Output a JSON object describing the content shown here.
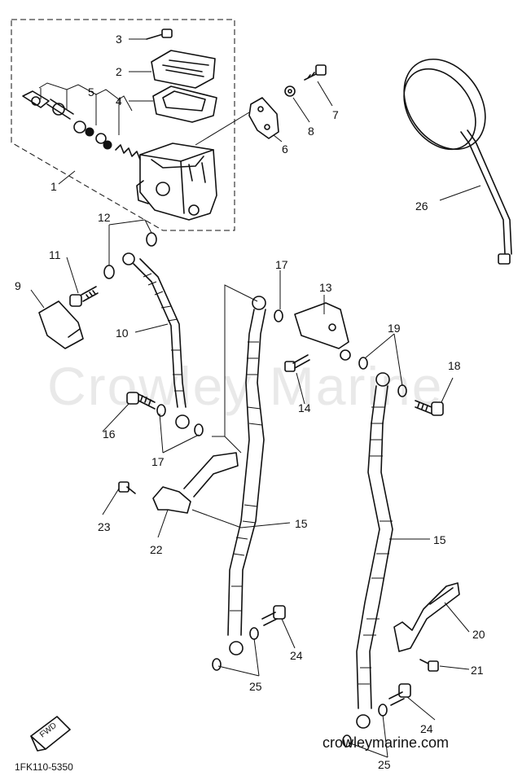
{
  "watermark": "Crowley Marine",
  "site": "crowleymarine.com",
  "diagram_code": "1FK110-5350",
  "front_arrow_label": "FWD",
  "callouts": {
    "c1": "1",
    "c2": "2",
    "c3": "3",
    "c4": "4",
    "c5": "5",
    "c6": "6",
    "c7": "7",
    "c8": "8",
    "c9": "9",
    "c10": "10",
    "c11": "11",
    "c12": "12",
    "c13": "13",
    "c14": "14",
    "c15a": "15",
    "c15b": "15",
    "c16": "16",
    "c17a": "17",
    "c17b": "17",
    "c18": "18",
    "c19": "19",
    "c20": "20",
    "c21": "21",
    "c22": "22",
    "c23": "23",
    "c24a": "24",
    "c24b": "24",
    "c25a": "25",
    "c25b": "25",
    "c26": "26"
  },
  "colors": {
    "ink": "#111111",
    "watermark": "#e9e9e9",
    "background": "#ffffff"
  }
}
